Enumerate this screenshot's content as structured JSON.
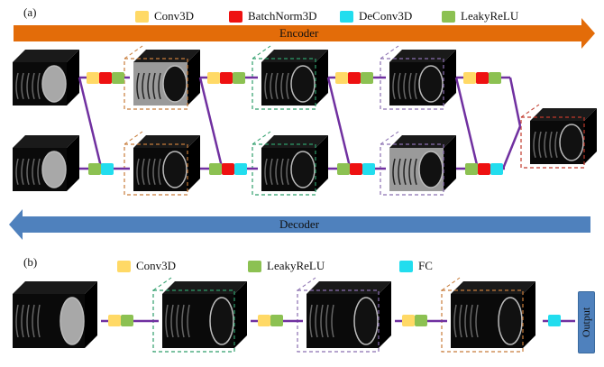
{
  "panel_a": {
    "label": "(a)",
    "legend": [
      {
        "name": "Conv3D",
        "color": "#ffd966"
      },
      {
        "name": "BatchNorm3D",
        "color": "#ee1111"
      },
      {
        "name": "DeConv3D",
        "color": "#22ddee"
      },
      {
        "name": "LeakyReLU",
        "color": "#8cc152"
      }
    ],
    "encoder_label": "Encoder",
    "decoder_label": "Decoder",
    "encoder_color": "#e36c09",
    "decoder_color": "#4f81bd",
    "encoder_volumes": [
      {
        "name": "input-mri",
        "tone": "gray-brain",
        "border": "none"
      },
      {
        "name": "encoder-feature-1",
        "tone": "gray-feature",
        "border": "#c77c3a"
      },
      {
        "name": "encoder-feature-2",
        "tone": "dark-feature",
        "border": "#2e9e6b"
      },
      {
        "name": "encoder-feature-3",
        "tone": "dark-feature",
        "border": "#8a6fb0"
      },
      {
        "name": "bottleneck-feature",
        "tone": "dark-feature",
        "border": "#c0392b"
      }
    ],
    "decoder_volumes": [
      {
        "name": "reconstructed-mri",
        "tone": "gray-brain",
        "border": "none"
      },
      {
        "name": "decoder-feature-1",
        "tone": "dark-feature",
        "border": "#c77c3a"
      },
      {
        "name": "decoder-feature-2",
        "tone": "dark-feature",
        "border": "#2e9e6b"
      },
      {
        "name": "decoder-feature-3",
        "tone": "gray-feature",
        "border": "#8a6fb0"
      }
    ],
    "encoder_blocks": [
      "Conv3D",
      "BatchNorm3D",
      "LeakyReLU"
    ],
    "decoder_blocks_inner": [
      "LeakyReLU",
      "BatchNorm3D",
      "DeConv3D"
    ],
    "decoder_blocks_last": [
      "LeakyReLU",
      "DeConv3D"
    ],
    "connector_color": "#7030a0"
  },
  "panel_b": {
    "label": "(b)",
    "legend": [
      {
        "name": "Conv3D",
        "color": "#ffd966"
      },
      {
        "name": "LeakyReLU",
        "color": "#8cc152"
      },
      {
        "name": "FC",
        "color": "#22ddee"
      }
    ],
    "volumes": [
      {
        "name": "input-mri",
        "tone": "gray-brain",
        "border": "none"
      },
      {
        "name": "feature-1",
        "tone": "dark-feature",
        "border": "#2e9e6b"
      },
      {
        "name": "feature-2",
        "tone": "dark-feature",
        "border": "#8a6fb0"
      },
      {
        "name": "feature-3",
        "tone": "dark-feature",
        "border": "#c77c3a"
      }
    ],
    "blocks": [
      "Conv3D",
      "LeakyReLU"
    ],
    "final_block": [
      "FC"
    ],
    "output_label": "Output"
  }
}
